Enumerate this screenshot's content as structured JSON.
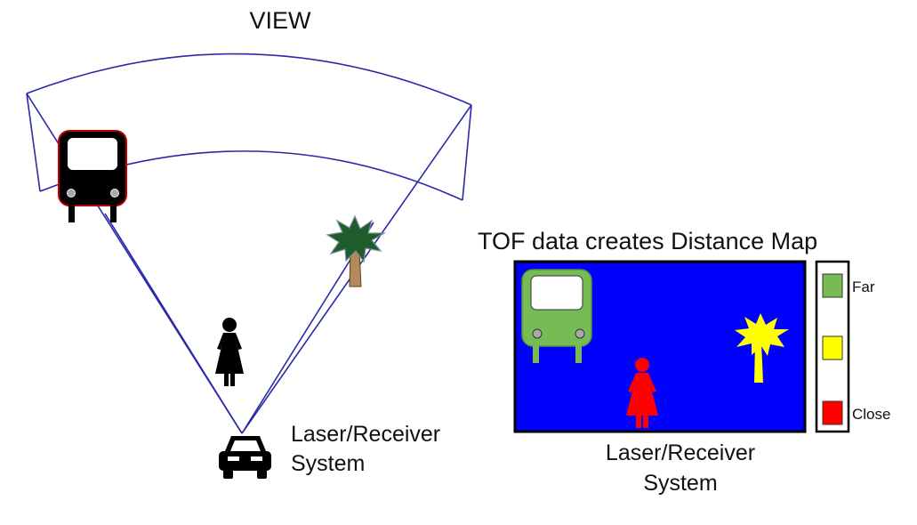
{
  "scene": {
    "title": "VIEW",
    "sensor_label_line1": "Laser/Receiver",
    "sensor_label_line2": "System"
  },
  "distance_map": {
    "title": "TOF data creates Distance Map",
    "label_line1": "Laser/Receiver",
    "label_line2": "System",
    "background_color": "#0000ff"
  },
  "legend": {
    "far_label": "Far",
    "close_label": "Close",
    "far_color": "#77bb55",
    "mid_color": "#ffff00",
    "close_color": "#ff0000"
  },
  "colors": {
    "fov_lines": "#2a2aa8",
    "bus_outline": "#c00000"
  }
}
